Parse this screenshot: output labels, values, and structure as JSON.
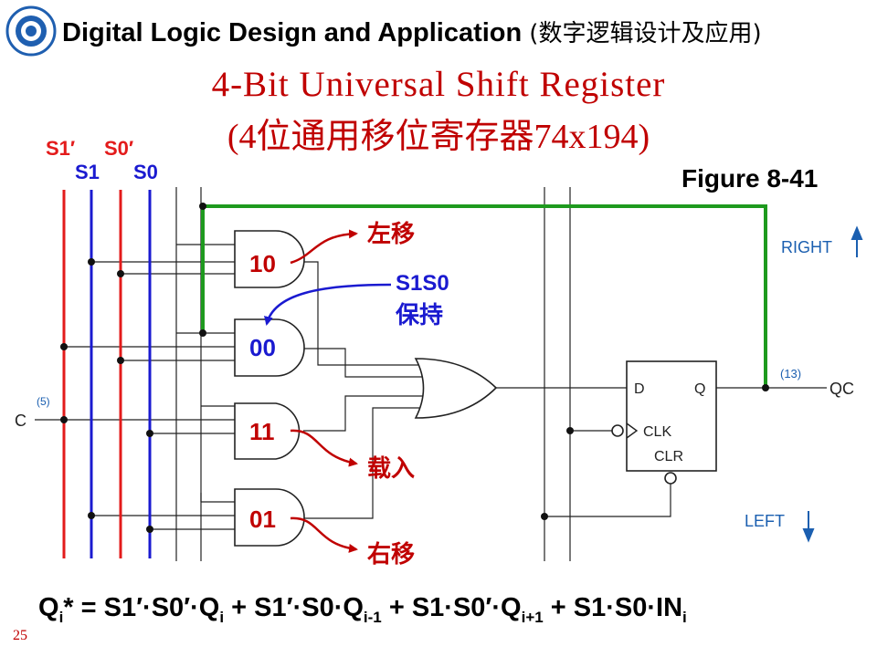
{
  "header": {
    "title": "Digital Logic Design and Application",
    "title_cn": "(数字逻辑设计及应用)"
  },
  "title_line1": "4-Bit Universal Shift  Register",
  "title_line2": "(4位通用移位寄存器74x194)",
  "figure_label": "Figure 8-41",
  "signals": {
    "s1_bar": "S1′",
    "s0_bar": "S0′",
    "s1": "S1",
    "s0": "S0",
    "clock": "C",
    "clock_pin": "(5)"
  },
  "gates": {
    "g1": "10",
    "g2": "00",
    "g3": "11",
    "g4": "01"
  },
  "annotations": {
    "shift_left": "左移",
    "hold_code": "S1S0",
    "hold": "保持",
    "load": "载入",
    "shift_right": "右移"
  },
  "flipflop": {
    "d": "D",
    "q": "Q",
    "clk": "CLK",
    "clr": "CLR"
  },
  "output": {
    "pin": "(13)",
    "name": "QC"
  },
  "directions": {
    "right": "RIGHT",
    "left": "LEFT"
  },
  "formula": {
    "q": "Q",
    "qi": "i",
    "star_eq": "* = S1′·S0′·Q",
    "t2": " + S1′·S0·Q",
    "sub_im1": "i-1",
    "t3": " + S1·S0′·Q",
    "sub_ip1": "i+1",
    "t4": " + S1·S0·IN",
    "sub_i2": "i"
  },
  "page_number": "25",
  "colors": {
    "red": "#e31b1b",
    "blue": "#1a1ad0",
    "green": "#1e9a1e",
    "title_red": "#c00000"
  }
}
